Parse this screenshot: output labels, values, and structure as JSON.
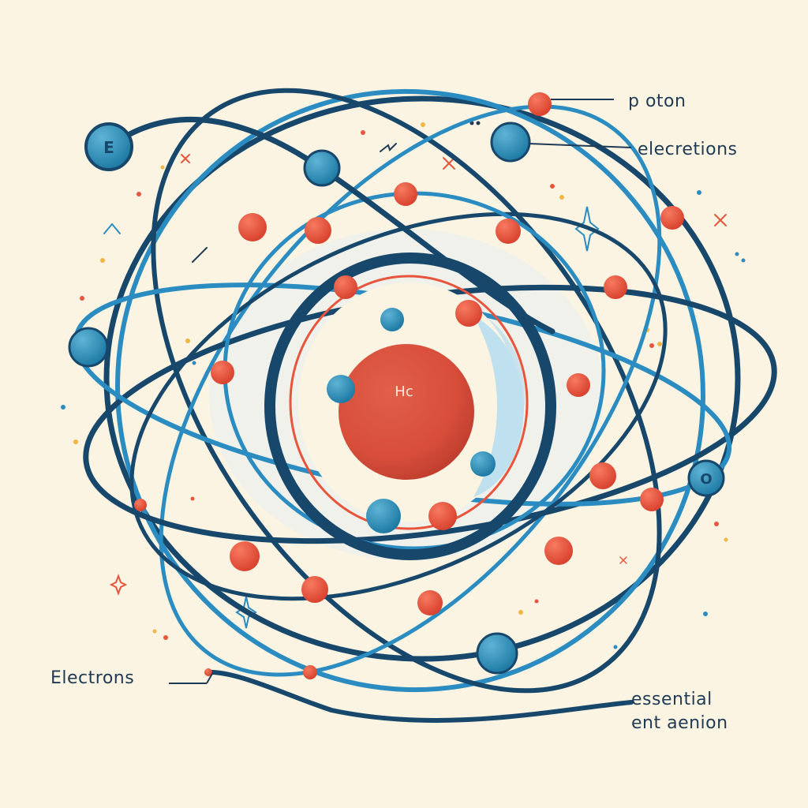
{
  "diagram": {
    "nucleus_label": "Hc",
    "corner_electron_label": "E",
    "right_electron_label": "O",
    "labels": {
      "proton": "p oton",
      "electrons_top": "elecretions",
      "electrons_left": "Electrons",
      "essential_line1": "essential",
      "essential_line2": "ent aenion"
    },
    "colors": {
      "background": "#fbf4e2",
      "orbit_dark": "#17476b",
      "orbit_blue": "#2a8cc0",
      "electron": "#2d8db6",
      "proton": "#e8553d",
      "text": "#1f3a55"
    }
  }
}
